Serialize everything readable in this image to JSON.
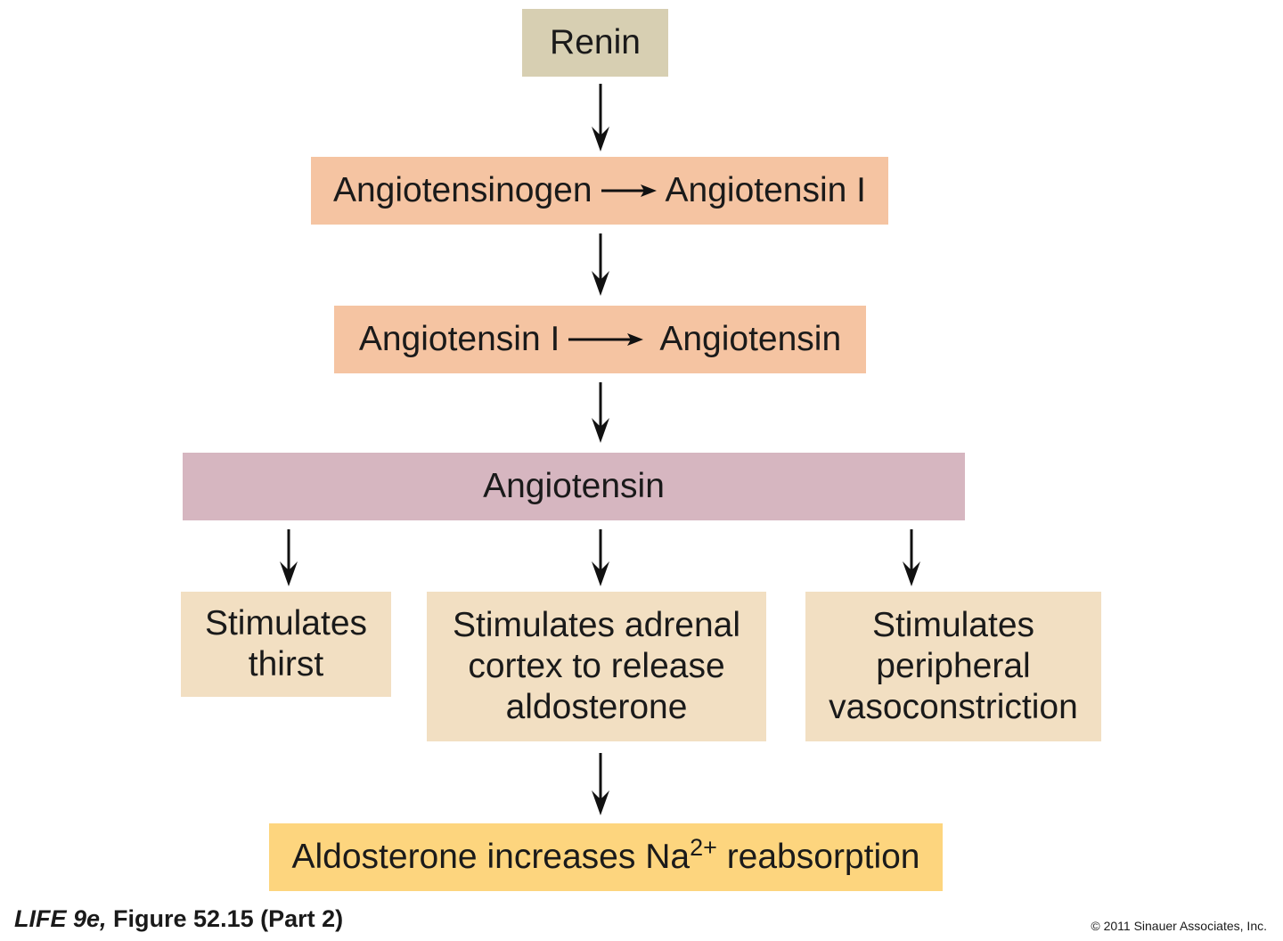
{
  "nodes": {
    "renin": "Renin",
    "step1": {
      "left": "Angiotensinogen",
      "right": "Angiotensin I"
    },
    "step2": {
      "left": "Angiotensin I",
      "right": "Angiotensin"
    },
    "angiotensin": "Angiotensin",
    "thirst": [
      "Stimulates",
      "thirst"
    ],
    "adrenal": [
      "Stimulates adrenal",
      "cortex to release",
      "aldosterone"
    ],
    "vaso": [
      "Stimulates",
      "peripheral",
      "vasoconstriction"
    ],
    "aldo": {
      "pre": "Aldosterone increases Na",
      "sup": "2+",
      "post": " reabsorption"
    }
  },
  "edges": [
    [
      "renin",
      "step1"
    ],
    [
      "step1",
      "step2"
    ],
    [
      "step2",
      "angiotensin"
    ],
    [
      "angiotensin",
      "thirst"
    ],
    [
      "angiotensin",
      "adrenal"
    ],
    [
      "angiotensin",
      "vaso"
    ],
    [
      "adrenal",
      "aldo"
    ]
  ],
  "caption": {
    "book": "LIFE 9e,",
    "figure": " Figure 52.15 (Part 2)"
  },
  "copyright": "© 2011 Sinauer Associates, Inc.",
  "colors": {
    "renin": "#d7cfb2",
    "conversion": "#f5c4a2",
    "angiotensin": "#d6b6c0",
    "effect": "#f2dfc2",
    "aldosterone": "#fdd57e"
  }
}
